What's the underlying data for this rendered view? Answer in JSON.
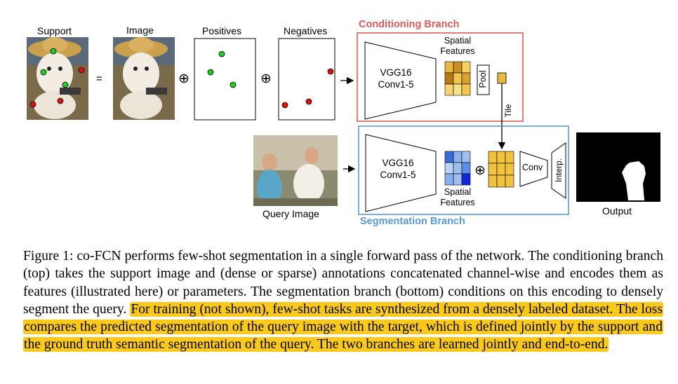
{
  "figure": {
    "labels": {
      "support": "Support",
      "image": "Image",
      "positives": "Positives",
      "negatives": "Negatives",
      "query_image": "Query Image",
      "output": "Output",
      "equals": "=",
      "oplus": "⊕"
    },
    "conditioning_branch": {
      "title": "Conditioning Branch",
      "encoder": "VGG16",
      "encoder_layers": "Conv1-5",
      "features_label_1": "Spatial",
      "features_label_2": "Features",
      "pool": "Pool",
      "tile": "Tile"
    },
    "segmentation_branch": {
      "title": "Segmentation Branch",
      "encoder": "VGG16",
      "encoder_layers": "Conv1-5",
      "features_label_1": "Spatial",
      "features_label_2": "Features",
      "conv": "Conv",
      "interp": "Interp."
    },
    "colors": {
      "conditioning": "#e05a5a",
      "segmentation": "#5b9bd5",
      "highlight": "#fbc91b",
      "positive_click": "#22cc22",
      "negative_click": "#dd1111"
    }
  },
  "caption": {
    "prefix": "Figure 1:",
    "plain": " co-FCN performs few-shot segmentation in a single forward pass of the network. The conditioning branch (top) takes the support image and (dense or sparse) annotations concatenated channel-wise and encodes them as features (illustrated here) or parameters.  The segmentation branch (bottom) conditions on this encoding to densely segment the query. ",
    "highlighted": "For training (not shown), few-shot tasks are synthesized from a densely labeled dataset. The loss compares the predicted segmentation of the query image with the target, which is defined jointly by the support and the ground truth semantic segmentation of the query. The two branches are learned jointly and end-to-end."
  }
}
